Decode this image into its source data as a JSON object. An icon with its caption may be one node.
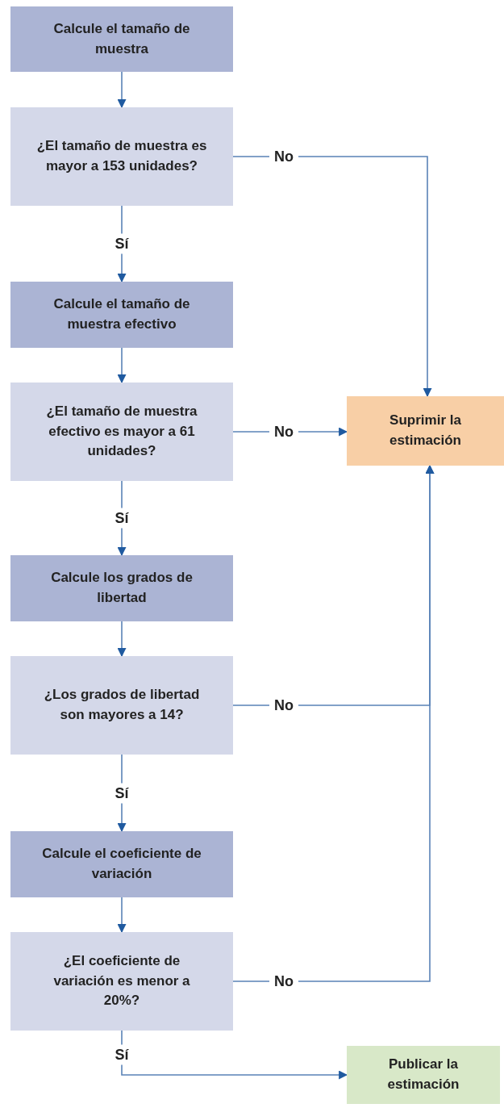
{
  "diagram": {
    "nodes": [
      {
        "text": [
          "Calcule el tamaño de muestra"
        ]
      },
      {
        "text": [
          "¿El tamaño de muestra es mayor a 153 unidades?"
        ]
      },
      {
        "text": [
          "Calcule el tamaño de muestra efectivo"
        ]
      },
      {
        "text": [
          "¿El tamaño de muestra efectivo es mayor a 61 unidades?"
        ]
      },
      {
        "text": [
          "Calcule los grados de libertad"
        ]
      },
      {
        "text": [
          "¿Los grados de libertad son mayores a 14?"
        ]
      },
      {
        "text": [
          "Calcule el coeficiente de variación"
        ]
      },
      {
        "text": [
          "¿El coeficiente de variación es menor a 20%?"
        ]
      },
      {
        "text": [
          "Suprimir la estimación"
        ]
      },
      {
        "text": [
          "Publicar la estimación"
        ]
      }
    ],
    "edges": [
      {
        "from": 0,
        "to": 1,
        "arrow": "to"
      },
      {
        "from": 1,
        "to": 2,
        "arrow": "to",
        "label": "Sí"
      },
      {
        "from": 1,
        "to": 8,
        "arrow": "to",
        "label": "No"
      },
      {
        "from": 2,
        "to": 3,
        "arrow": "to"
      },
      {
        "from": 3,
        "to": 8,
        "arrow": "to",
        "label": "No"
      },
      {
        "from": 3,
        "to": 4,
        "arrow": "to",
        "label": "Sí"
      },
      {
        "from": 4,
        "to": 5,
        "arrow": "to"
      },
      {
        "from": 5,
        "to": 8,
        "arrow": "to",
        "label": "No"
      },
      {
        "from": 5,
        "to": 6,
        "arrow": "to",
        "label": "Sí"
      },
      {
        "from": 6,
        "to": 7,
        "arrow": "to"
      },
      {
        "from": 7,
        "to": 8,
        "arrow": "to",
        "label": "No"
      },
      {
        "from": 7,
        "to": 9,
        "arrow": "to",
        "label": "Sí"
      }
    ]
  }
}
